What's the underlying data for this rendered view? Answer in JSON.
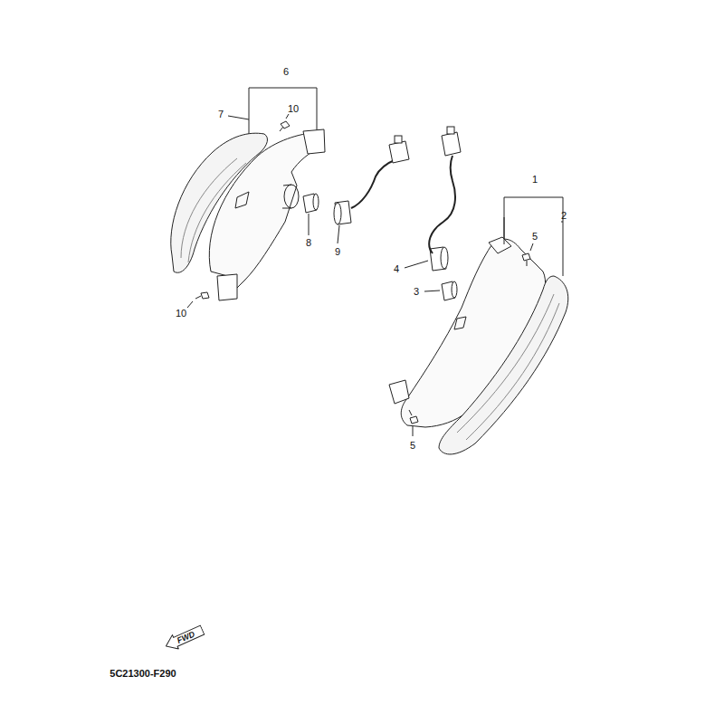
{
  "diagram": {
    "nodes": [
      {
        "text": [
          "FWD"
        ]
      }
    ],
    "labels": [
      "6",
      "7",
      "10",
      "8",
      "9",
      "10",
      "1",
      "2",
      "5",
      "4",
      "3",
      "5",
      "5C21300-F290"
    ]
  }
}
